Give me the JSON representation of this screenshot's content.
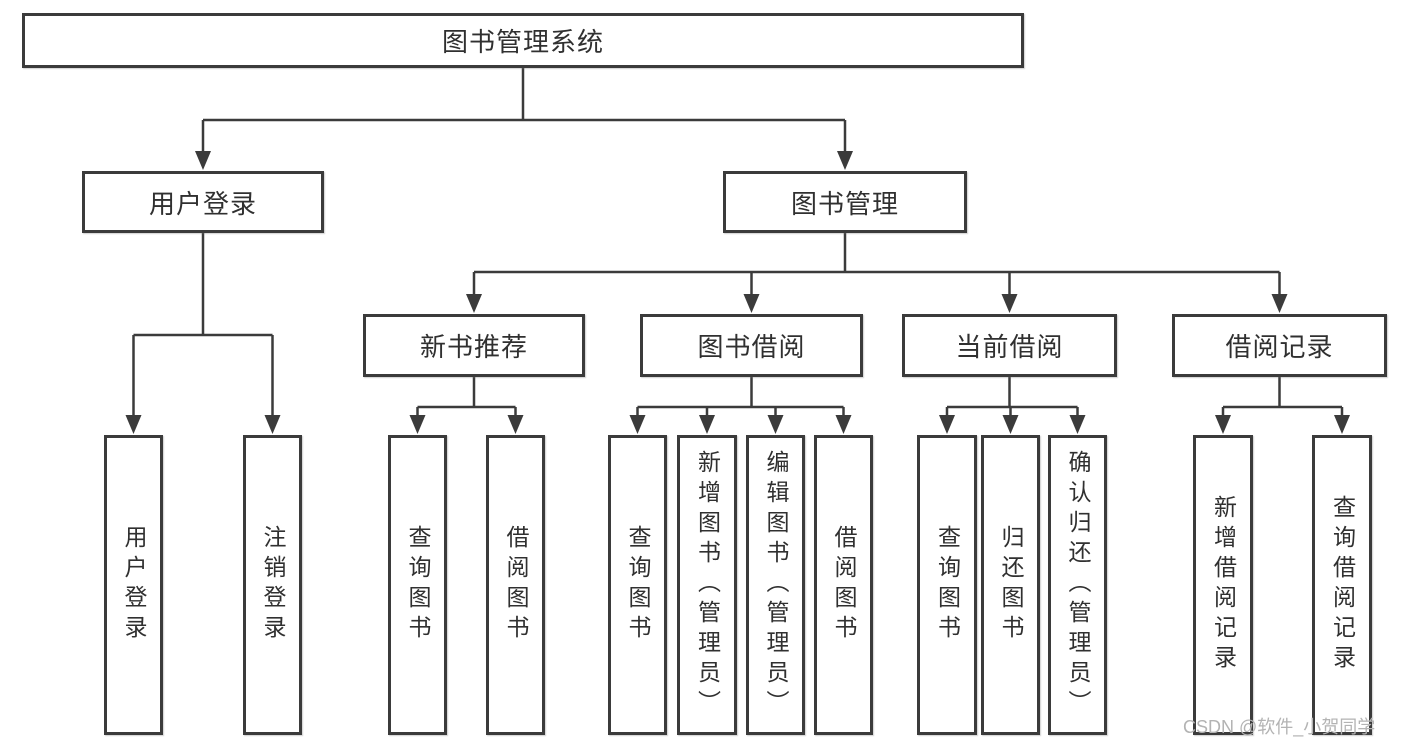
{
  "colors": {
    "line": "#3b3b3b",
    "box_border": "#3b3b3b",
    "text": "#303030",
    "watermark": "#b3b3b3",
    "background": "#ffffff"
  },
  "tree": {
    "root": {
      "label": "图书管理系统"
    },
    "branches": [
      {
        "label": "用户登录",
        "children": [
          {
            "label": "用户登录"
          },
          {
            "label": "注销登录"
          }
        ]
      },
      {
        "label": "图书管理",
        "children": [
          {
            "label": "新书推荐",
            "children": [
              {
                "label": "查询图书"
              },
              {
                "label": "借阅图书"
              }
            ]
          },
          {
            "label": "图书借阅",
            "children": [
              {
                "label": "查询图书"
              },
              {
                "label": "新增图书（管理员）"
              },
              {
                "label": "编辑图书（管理员）"
              },
              {
                "label": "借阅图书"
              }
            ]
          },
          {
            "label": "当前借阅",
            "children": [
              {
                "label": "查询图书"
              },
              {
                "label": "归还图书"
              },
              {
                "label": "确认归还（管理员）"
              }
            ]
          },
          {
            "label": "借阅记录",
            "children": [
              {
                "label": "新增借阅记录"
              },
              {
                "label": "查询借阅记录"
              }
            ]
          }
        ]
      }
    ]
  },
  "watermark": {
    "text": "CSDN @软件_小贺同学"
  }
}
